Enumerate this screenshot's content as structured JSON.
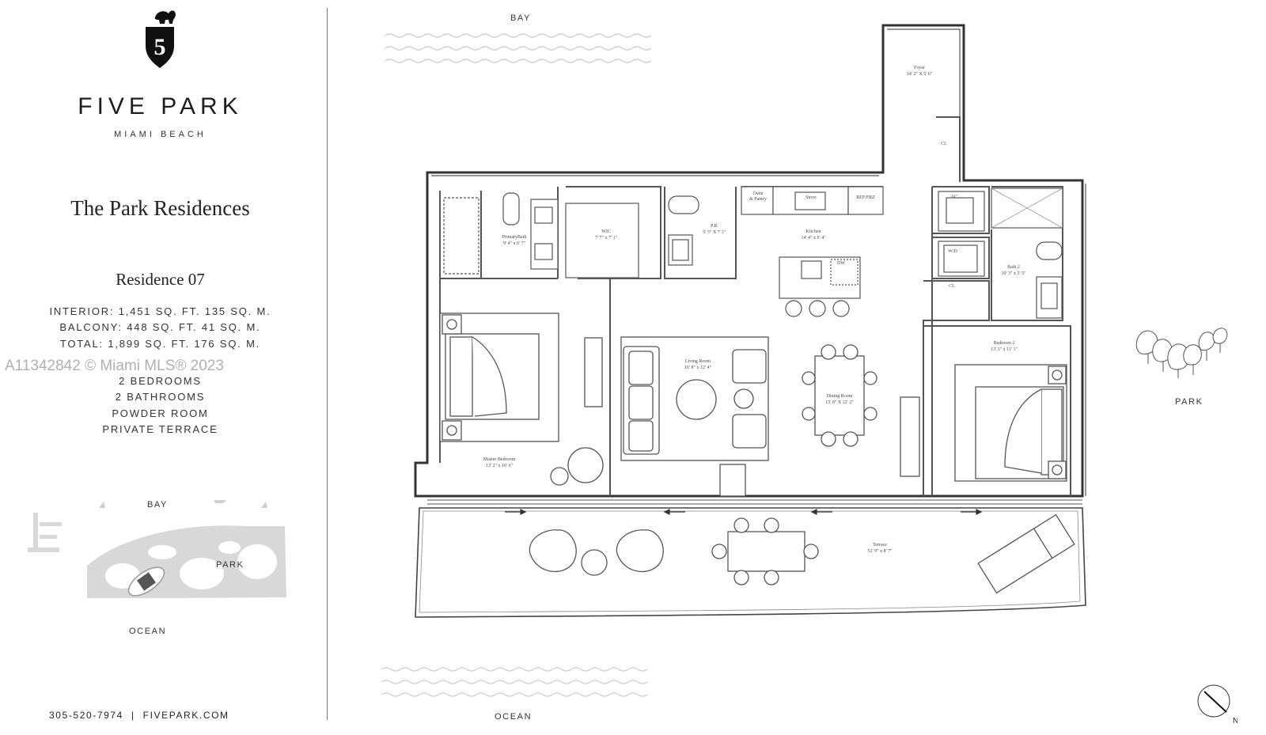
{
  "brand": {
    "name": "FIVE PARK",
    "location": "MIAMI BEACH",
    "logo_letter": "5",
    "logo_icon": "elephant-shield-icon"
  },
  "collection": "The Park Residences",
  "residence": "Residence 07",
  "specs": [
    "INTERIOR: 1,451 SQ. FT. 135 SQ. M.",
    "BALCONY: 448 SQ. FT. 41 SQ. M.",
    "TOTAL: 1,899 SQ. FT. 176 SQ. M."
  ],
  "features": [
    "2 BEDROOMS",
    "2 BATHROOMS",
    "POWDER ROOM",
    "PRIVATE TERRACE"
  ],
  "watermark": "A11342842 © Miami MLS® 2023",
  "contact": {
    "phone": "305-520-7974",
    "separator": "|",
    "website": "FIVEPARK.COM"
  },
  "site_map": {
    "bay": "BAY",
    "park": "PARK",
    "ocean": "OCEAN"
  },
  "plan_labels": {
    "bay": "BAY",
    "ocean": "OCEAN",
    "park": "PARK",
    "north": "N"
  },
  "rooms": {
    "foyer": {
      "name": "Foyer",
      "dims": "14' 2\" X 5' 6\""
    },
    "cl_top": {
      "name": "CL"
    },
    "oven_pantry": {
      "name": "Oven",
      "name2": "& Pantry"
    },
    "stove": {
      "name": "Stove"
    },
    "ref": {
      "name": "REF/FRZ"
    },
    "kitchen": {
      "name": "Kitchen",
      "dims": "14' 4\" x 6' 4\""
    },
    "dw": {
      "name": "DW"
    },
    "ac": {
      "name": "AC"
    },
    "wd": {
      "name": "W/D"
    },
    "cl_mid": {
      "name": "CL"
    },
    "bath2": {
      "name": "Bath 2",
      "dims": "10' 3\" x 5' 5\""
    },
    "primary_bath": {
      "name": "PrimaryBath",
      "dims": "9' 4\" x 6' 7\""
    },
    "wic": {
      "name": "WIC",
      "dims": "7' 7\" x 7' 1\""
    },
    "pr": {
      "name": "P.R.",
      "dims": "5' 5\" X 7' 1\""
    },
    "living": {
      "name": "Living Room",
      "dims": "16' 8\" x 12' 4\""
    },
    "dining": {
      "name": "Dining Room",
      "dims": "15' 8\" X 12' 2\""
    },
    "master": {
      "name": "Master Bedroom",
      "dims": "13' 2\" x 16' 6\""
    },
    "bedroom2": {
      "name": "Bedroom 2",
      "dims": "13' 3\" x 11' 1\""
    },
    "terrace": {
      "name": "Terrace",
      "dims": "52' 9\" x 8' 7\""
    }
  }
}
